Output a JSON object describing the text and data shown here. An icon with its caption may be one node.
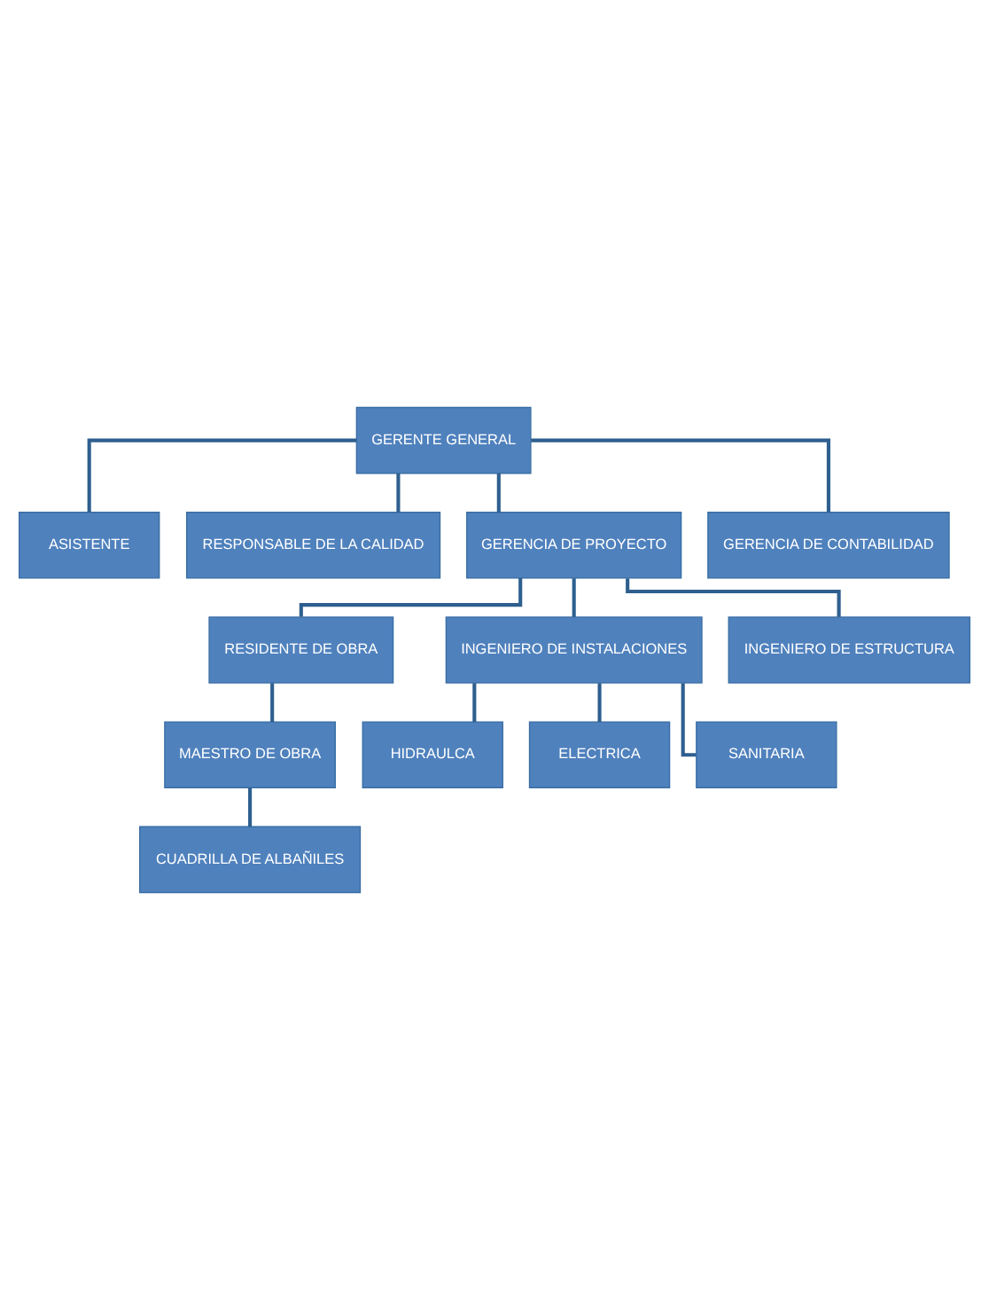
{
  "diagram": {
    "nodes": [
      {
        "text": [
          "GERENTE GENERAL"
        ]
      },
      {
        "text": [
          "ASISTENTE"
        ]
      },
      {
        "text": [
          "RESPONSABLE DE LA CALIDAD"
        ]
      },
      {
        "text": [
          "GERENCIA DE PROYECTO"
        ]
      },
      {
        "text": [
          "GERENCIA DE CONTABILIDAD"
        ]
      },
      {
        "text": [
          "RESIDENTE DE OBRA"
        ]
      },
      {
        "text": [
          "INGENIERO DE INSTALACIONES"
        ]
      },
      {
        "text": [
          "INGENIERO DE ESTRUCTURA"
        ]
      },
      {
        "text": [
          "MAESTRO DE OBRA"
        ]
      },
      {
        "text": [
          "CUADRILLA DE ALBAÑILES"
        ]
      },
      {
        "text": [
          "HIDRAULCA"
        ]
      },
      {
        "text": [
          "ELECTRICA"
        ]
      },
      {
        "text": [
          "SANITARIA"
        ]
      }
    ],
    "edges": [
      {
        "from": 0,
        "to": 1,
        "arrow": "none"
      },
      {
        "from": 0,
        "to": 2,
        "arrow": "none"
      },
      {
        "from": 0,
        "to": 3,
        "arrow": "none"
      },
      {
        "from": 0,
        "to": 4,
        "arrow": "none"
      },
      {
        "from": 3,
        "to": 5,
        "arrow": "none"
      },
      {
        "from": 3,
        "to": 6,
        "arrow": "none"
      },
      {
        "from": 3,
        "to": 7,
        "arrow": "none"
      },
      {
        "from": 5,
        "to": 8,
        "arrow": "none"
      },
      {
        "from": 8,
        "to": 9,
        "arrow": "none"
      },
      {
        "from": 6,
        "to": 10,
        "arrow": "none"
      },
      {
        "from": 6,
        "to": 11,
        "arrow": "none"
      },
      {
        "from": 6,
        "to": 12,
        "arrow": "none"
      }
    ]
  }
}
